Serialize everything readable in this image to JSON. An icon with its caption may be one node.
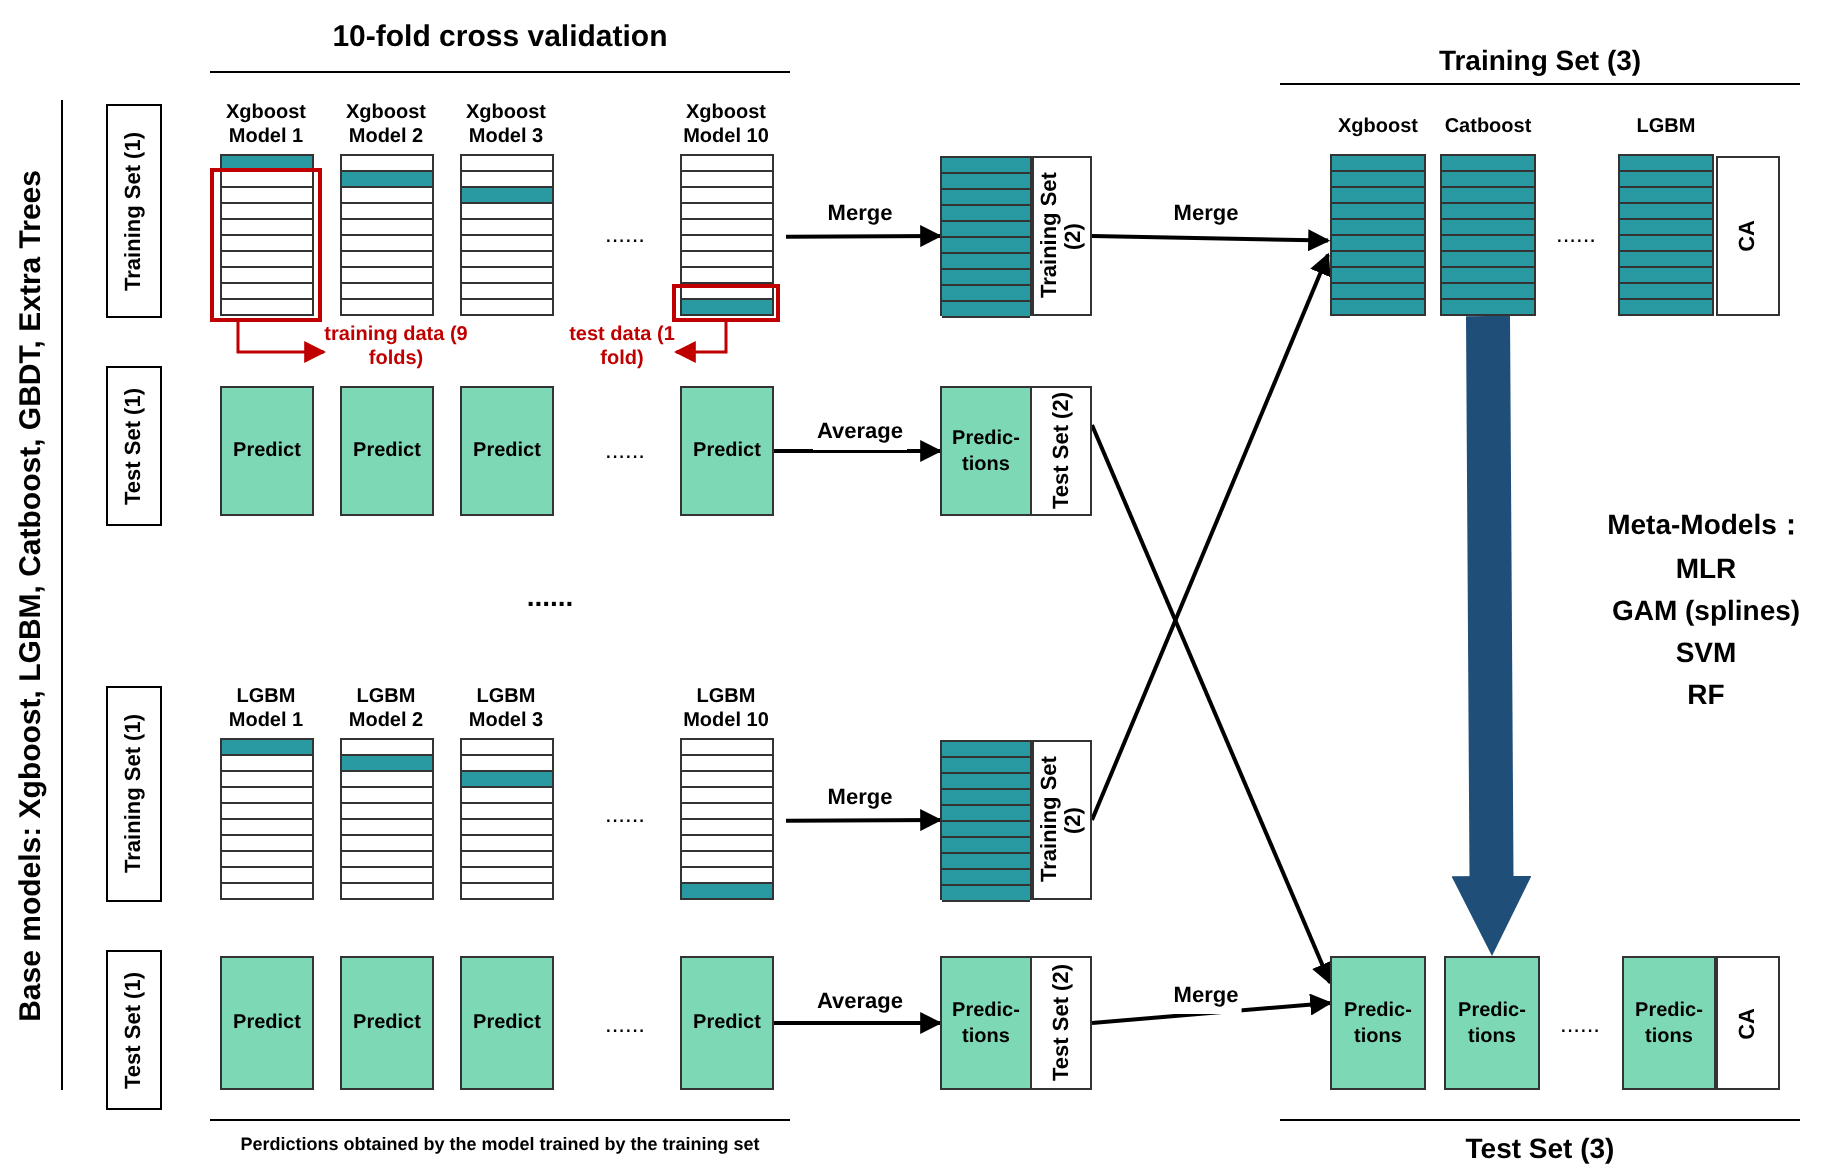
{
  "diagram": {
    "nodes": [
      {
        "text": [
          "Training Set (1)"
        ]
      },
      {
        "text": [
          "Xgboost Model 1"
        ]
      },
      {
        "text": [
          "Xgboost Model 2"
        ]
      },
      {
        "text": [
          "Xgboost Model 3"
        ]
      },
      {
        "text": [
          "Xgboost Model 10"
        ]
      },
      {
        "text": [],
        "shape": "box"
      },
      {
        "text": [],
        "shape": "box"
      },
      {
        "text": [
          "training data (9 folds)"
        ]
      },
      {
        "text": [
          "test data (1 fold)"
        ]
      },
      {
        "text": [
          "Training Set (2)"
        ]
      },
      {
        "text": [
          "Test Set (1)"
        ]
      },
      {
        "text": [
          "Predict"
        ]
      },
      {
        "text": [
          "Predict"
        ]
      },
      {
        "text": [
          "Predict"
        ]
      },
      {
        "text": [
          "Predict"
        ]
      },
      {
        "text": [
          "Predic-tions",
          "Test Set (2)"
        ]
      },
      {
        "text": [
          "Training Set (1)"
        ]
      },
      {
        "text": [
          "LGBM Model 1"
        ]
      },
      {
        "text": [
          "LGBM Model 2"
        ]
      },
      {
        "text": [
          "LGBM Model 3"
        ]
      },
      {
        "text": [
          "LGBM Model 10"
        ]
      },
      {
        "text": [
          "Training Set (2)"
        ]
      },
      {
        "text": [
          "Test Set (1)"
        ]
      },
      {
        "text": [
          "Predict"
        ]
      },
      {
        "text": [
          "Predict"
        ]
      },
      {
        "text": [
          "Predict"
        ]
      },
      {
        "text": [
          "Predict"
        ]
      },
      {
        "text": [
          "Predic-tions",
          "Test Set (2)"
        ]
      },
      {
        "text": [
          "Xgboost"
        ]
      },
      {
        "text": [
          "Catboost"
        ]
      },
      {
        "text": [
          "LGBM"
        ]
      },
      {
        "text": [
          "CA"
        ]
      },
      {
        "text": [
          "Predic-tions"
        ]
      },
      {
        "text": [
          "Predic-tions"
        ]
      },
      {
        "text": [
          "Predic-tions"
        ]
      },
      {
        "text": [
          "CA"
        ]
      }
    ],
    "edges": [
      {
        "from": 5,
        "to": 7,
        "arrow": "to",
        "color": "#c00000"
      },
      {
        "from": 6,
        "to": 8,
        "arrow": "to",
        "color": "#c00000"
      },
      {
        "from": 4,
        "to": 9,
        "arrow": "to",
        "label": "Merge"
      },
      {
        "from": 9,
        "to": 28,
        "arrow": "to",
        "label": "Merge"
      },
      {
        "from": 14,
        "to": 15,
        "arrow": "to",
        "label": "Average"
      },
      {
        "from": 15,
        "to": 32,
        "arrow": "to"
      },
      {
        "from": 20,
        "to": 21,
        "arrow": "to",
        "label": "Merge"
      },
      {
        "from": 21,
        "to": 28,
        "arrow": "to"
      },
      {
        "from": 26,
        "to": 27,
        "arrow": "to",
        "label": "Average"
      },
      {
        "from": 27,
        "to": 32,
        "arrow": "to",
        "label": "Merge"
      },
      {
        "from": 29,
        "to": 33,
        "arrow": "to",
        "style": "thick",
        "color": "#1f4e79"
      }
    ],
    "labels": [
      "10-fold cross validation",
      "Base models: Xgboost, LGBM, Catboost, GBDT, Extra Trees",
      "......",
      "......",
      "......",
      "......",
      "......",
      "Training Set (3)",
      "......",
      "Meta-Models：",
      "MLR",
      "GAM (splines)",
      "SVM",
      "RF",
      "......",
      "Test Set (3)",
      "Perdictions obtained by the model trained by the training set"
    ]
  }
}
